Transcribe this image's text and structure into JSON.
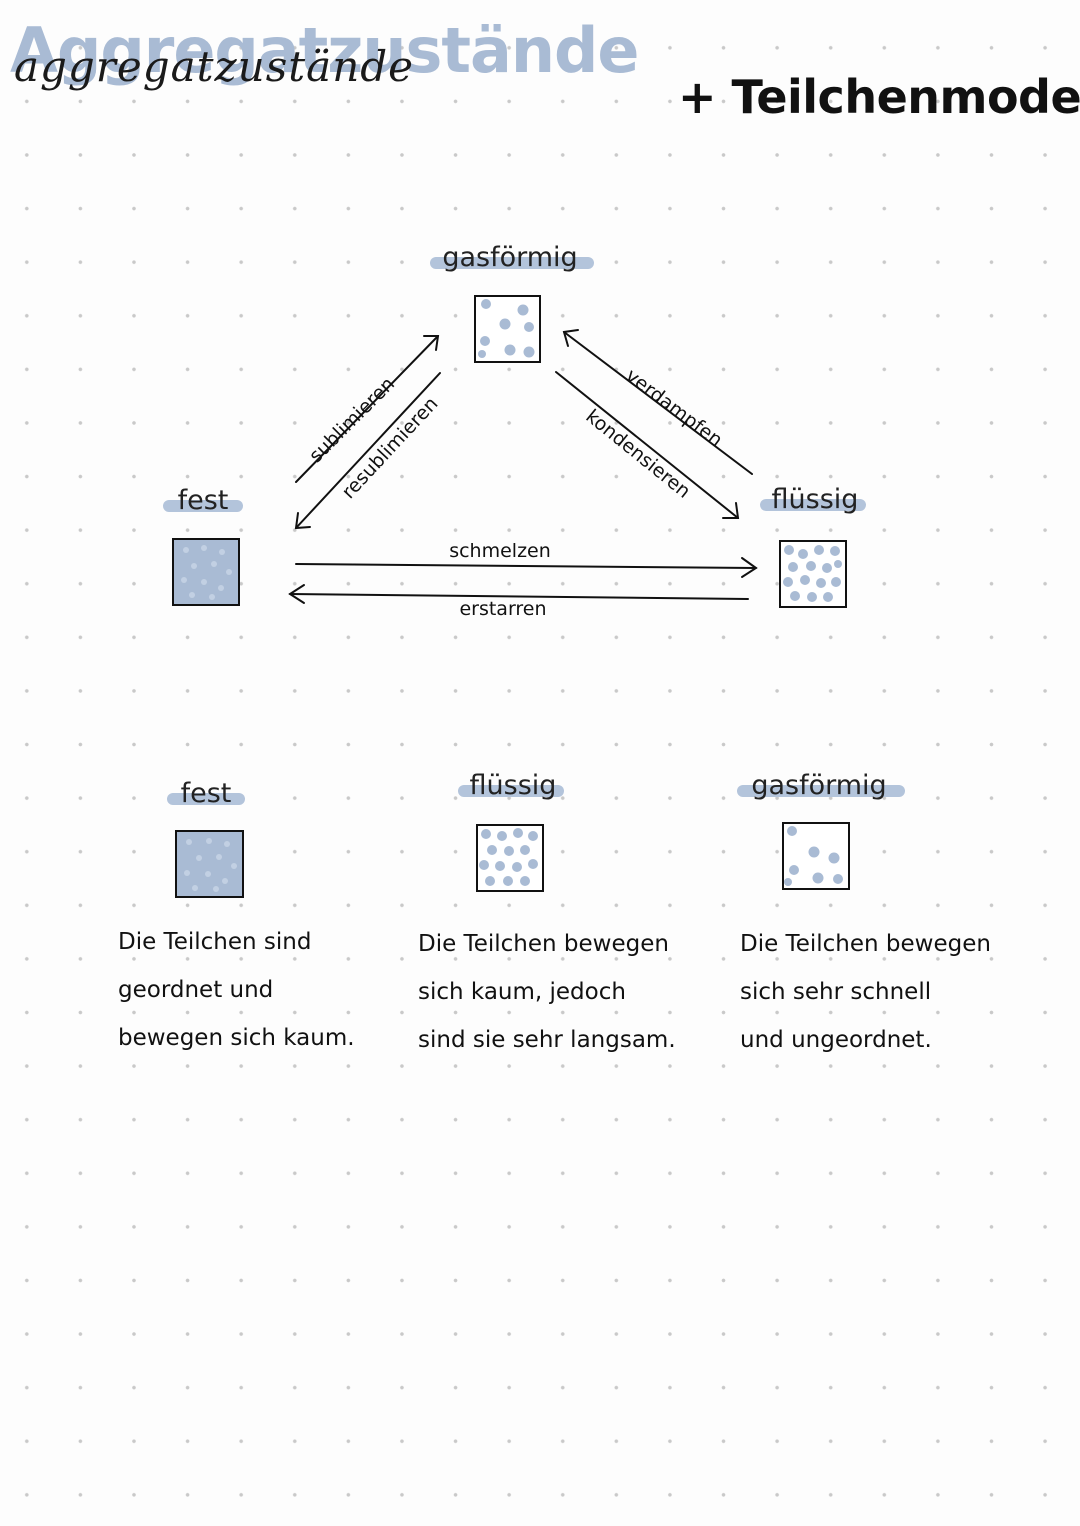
{
  "header": {
    "title_bg": "Aggregatzustände",
    "title_script": "aggregatzustände",
    "subtitle": "+ Teilchenmodell"
  },
  "diagram": {
    "states": {
      "gas": "gasförmig",
      "solid": "fest",
      "liquid": "flüssig"
    },
    "transitions": {
      "sublimieren": "sublimieren",
      "resublimieren": "resublimieren",
      "verdampfen": "verdampfen",
      "kondensieren": "kondensieren",
      "schmelzen": "schmelzen",
      "erstarren": "erstarren"
    }
  },
  "models": {
    "solid": {
      "label": "fest",
      "lines": [
        "Die Teilchen sind",
        "geordnet und",
        "bewegen sich kaum."
      ]
    },
    "liquid": {
      "label": "flüssig",
      "lines": [
        "Die Teilchen bewegen",
        "sich kaum, jedoch",
        "sind sie sehr langsam."
      ]
    },
    "gas": {
      "label": "gasförmig",
      "lines": [
        "Die Teilchen bewegen",
        "sich sehr schnell",
        "und ungeordnet."
      ]
    }
  },
  "colors": {
    "highlight": "#b3c4db",
    "particle": "#a9bbd4",
    "ink": "#111111"
  }
}
